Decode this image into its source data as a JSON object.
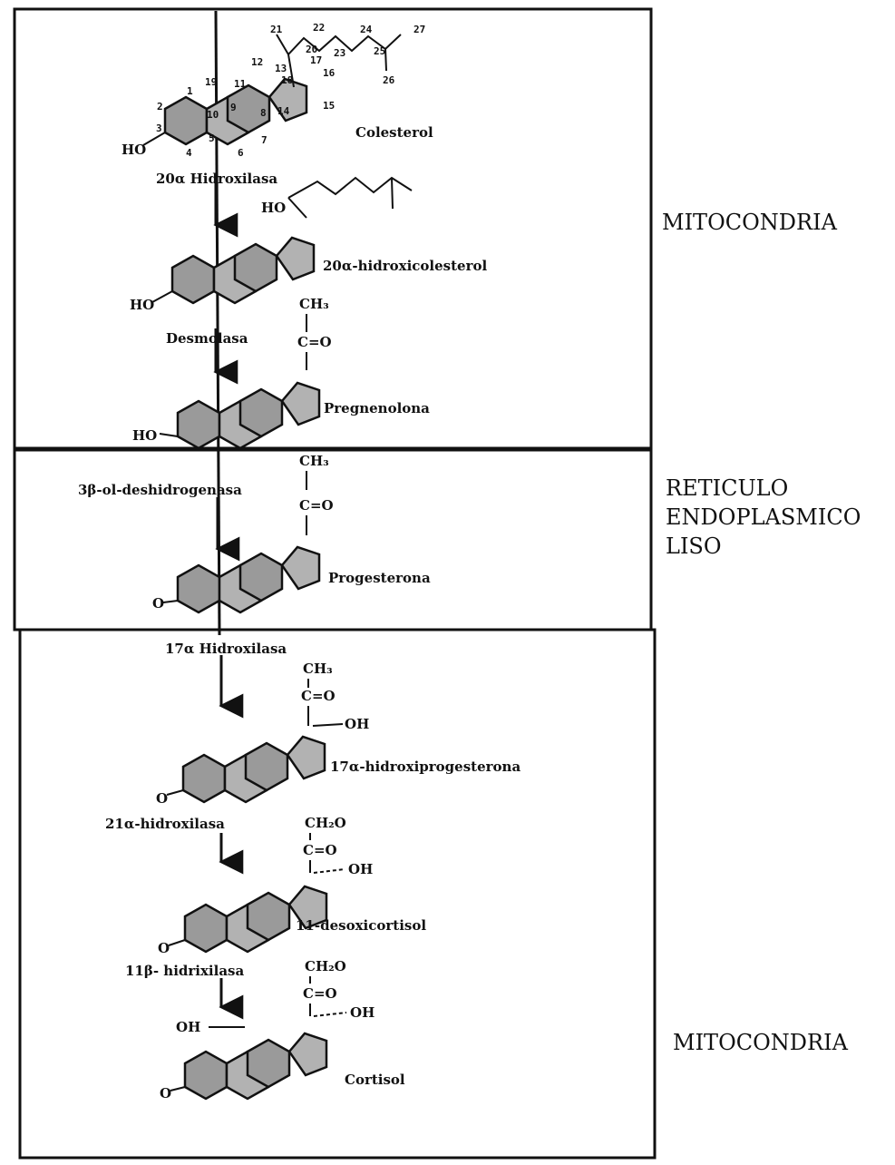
{
  "compartments": {
    "mito_top": "MITOCONDRIA",
    "rel": [
      "RETICULO",
      "ENDOPLASMICO",
      "LISO"
    ],
    "mito_bottom": "MITOCONDRIA"
  },
  "compounds": {
    "colesterol": "Colesterol",
    "hidroxicolesterol": "20α-hidroxicolesterol",
    "pregnenolona": "Pregnenolona",
    "progesterona": "Progesterona",
    "hidroxiprogesterona": "17α-hidroxiprogesterona",
    "desoxicortisol": "11-desoxicortisol",
    "cortisol": "Cortisol"
  },
  "enzymes": {
    "e1": "20α Hidroxilasa",
    "e2": "Desmolasa",
    "e3": "3β-ol-deshidrogenasa",
    "e4": "17α Hidroxilasa",
    "e5": "21α-hidroxilasa",
    "e6": "11β- hidrixilasa"
  },
  "groups": {
    "ho": "HO",
    "o": "O",
    "oh": "OH",
    "ch3": "CH₃",
    "ch2o": "CH₂O",
    "co": "C=O"
  },
  "atom_numbers": [
    "1",
    "2",
    "3",
    "4",
    "5",
    "6",
    "7",
    "8",
    "9",
    "10",
    "11",
    "12",
    "13",
    "14",
    "15",
    "16",
    "17",
    "18",
    "19",
    "20",
    "21",
    "22",
    "23",
    "24",
    "25",
    "26",
    "27"
  ]
}
